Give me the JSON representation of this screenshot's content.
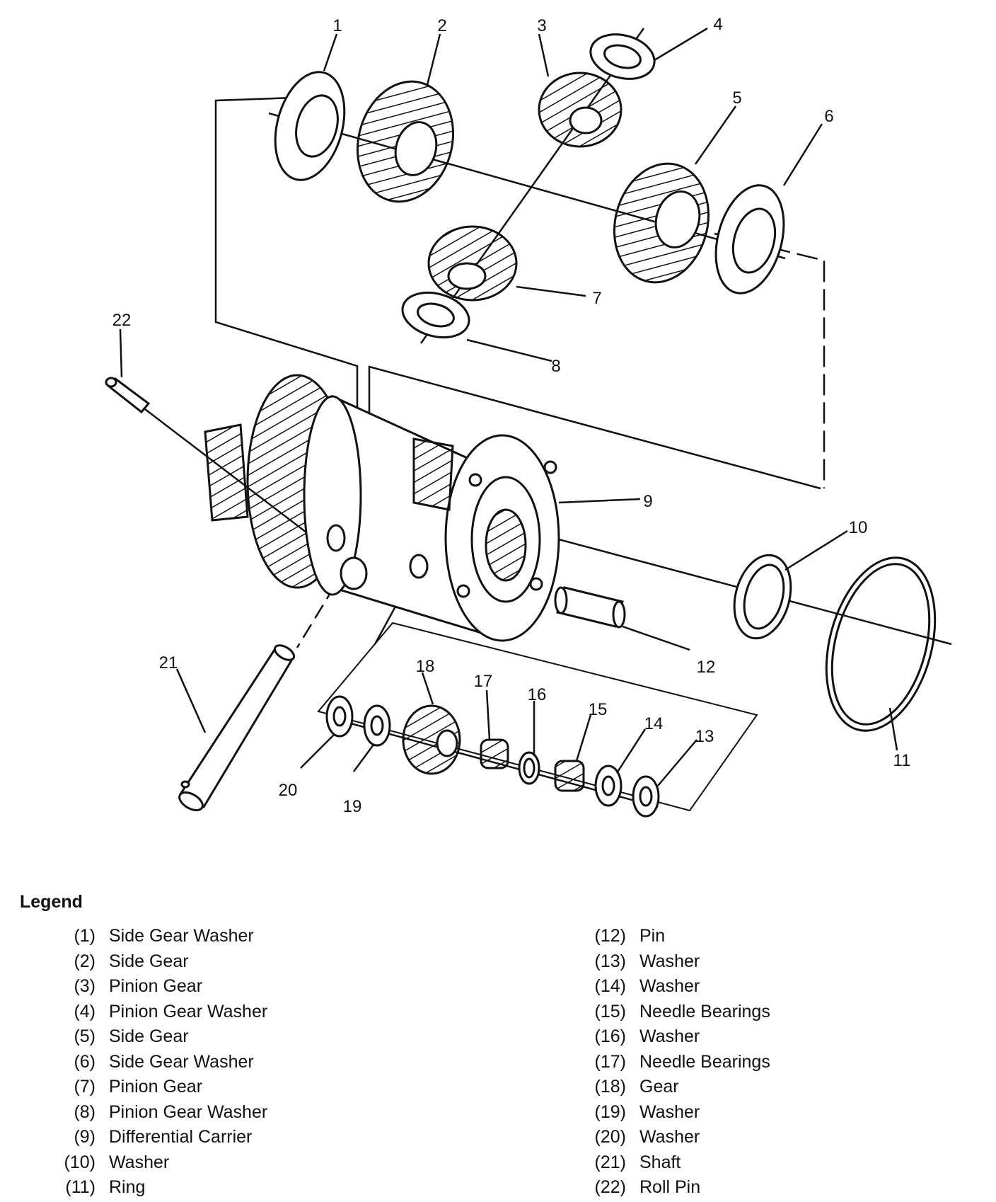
{
  "callouts": [
    "1",
    "2",
    "3",
    "4",
    "5",
    "6",
    "7",
    "8",
    "9",
    "10",
    "11",
    "12",
    "13",
    "14",
    "15",
    "16",
    "17",
    "18",
    "19",
    "20",
    "21",
    "22"
  ],
  "legend": {
    "title": "Legend",
    "left": [
      {
        "num": "(1)",
        "label": "Side Gear Washer"
      },
      {
        "num": "(2)",
        "label": "Side Gear"
      },
      {
        "num": "(3)",
        "label": "Pinion Gear"
      },
      {
        "num": "(4)",
        "label": "Pinion Gear Washer"
      },
      {
        "num": "(5)",
        "label": "Side Gear"
      },
      {
        "num": "(6)",
        "label": "Side Gear Washer"
      },
      {
        "num": "(7)",
        "label": "Pinion Gear"
      },
      {
        "num": "(8)",
        "label": "Pinion Gear Washer"
      },
      {
        "num": "(9)",
        "label": "Differential Carrier"
      },
      {
        "num": "(10)",
        "label": "Washer"
      },
      {
        "num": "(11)",
        "label": "Ring"
      }
    ],
    "right": [
      {
        "num": "(12)",
        "label": "Pin"
      },
      {
        "num": "(13)",
        "label": "Washer"
      },
      {
        "num": "(14)",
        "label": "Washer"
      },
      {
        "num": "(15)",
        "label": "Needle Bearings"
      },
      {
        "num": "(16)",
        "label": "Washer"
      },
      {
        "num": "(17)",
        "label": "Needle Bearings"
      },
      {
        "num": "(18)",
        "label": "Gear"
      },
      {
        "num": "(19)",
        "label": "Washer"
      },
      {
        "num": "(20)",
        "label": "Washer"
      },
      {
        "num": "(21)",
        "label": "Shaft"
      },
      {
        "num": "(22)",
        "label": "Roll Pin"
      }
    ]
  }
}
